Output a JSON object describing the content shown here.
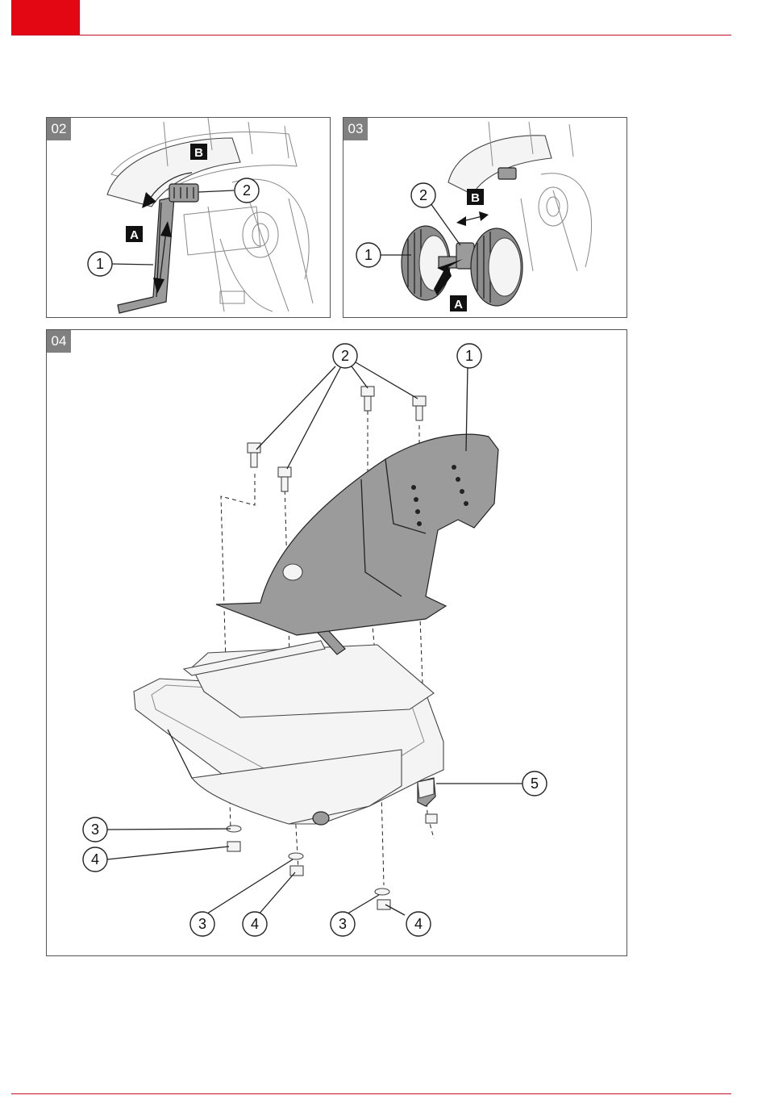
{
  "colors": {
    "brand_red": "#e30613",
    "rule_red": "#c8102e"
  },
  "figures": {
    "fig02": {
      "number": "02",
      "callouts": [
        "1",
        "2"
      ],
      "labels": [
        "A",
        "B"
      ]
    },
    "fig03": {
      "number": "03",
      "callouts": [
        "1",
        "2"
      ],
      "labels": [
        "A",
        "B"
      ]
    },
    "fig04": {
      "number": "04",
      "callouts": [
        "1",
        "2",
        "3",
        "4",
        "5"
      ]
    }
  }
}
